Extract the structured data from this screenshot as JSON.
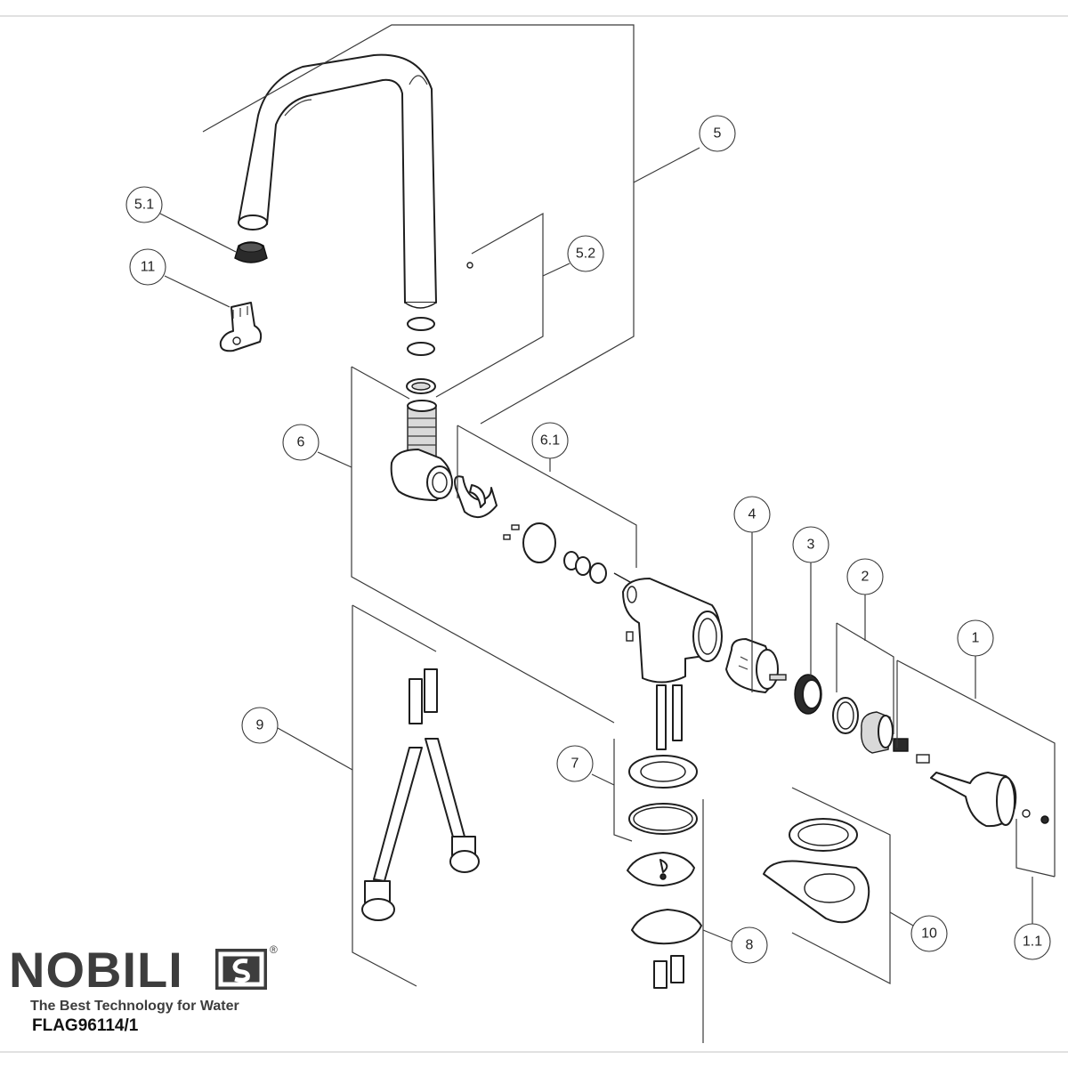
{
  "callouts": {
    "c1": "1",
    "c1_1": "1.1",
    "c2": "2",
    "c3": "3",
    "c4": "4",
    "c5": "5",
    "c5_1": "5.1",
    "c5_2": "5.2",
    "c6": "6",
    "c6_1": "6.1",
    "c7": "7",
    "c8": "8",
    "c9": "9",
    "c10": "10",
    "c11": "11"
  },
  "brand": {
    "name": "NOBILI",
    "registered": "®",
    "tagline": "The Best Technology for Water"
  },
  "part_code": "FLAG96114/1"
}
